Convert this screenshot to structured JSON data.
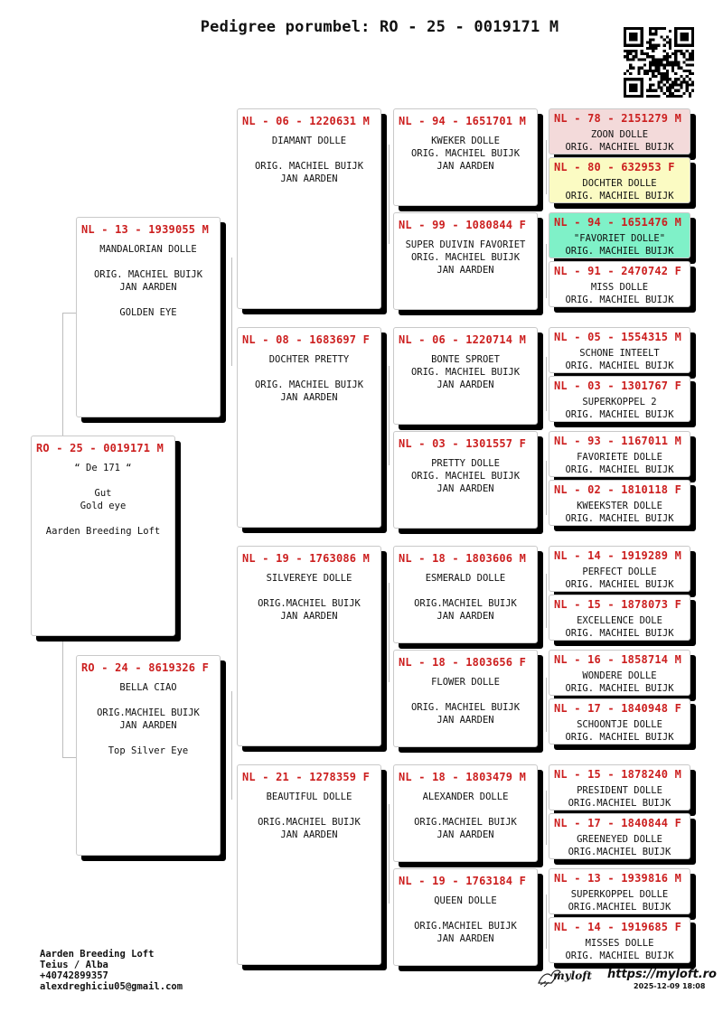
{
  "title": "Pedigree porumbel: RO - 25 - 0019171 M",
  "colors": {
    "ring": "#cc1f1f",
    "highlight_pink": "#f3dada",
    "highlight_yellow": "#fbfbc3",
    "highlight_green": "#7ff1c8"
  },
  "subject": {
    "ring": "RO - 25 - 0019171 M",
    "text": "“ De 171 “\n\nGut\nGold eye\n\nAarden Breeding Loft"
  },
  "gen1": [
    {
      "ring": "NL - 13 - 1939055 M",
      "text": "MANDALORIAN DOLLE\n\nORIG. MACHIEL BUIJK\nJAN AARDEN\n\nGOLDEN EYE"
    },
    {
      "ring": "RO - 24 - 8619326 F",
      "text": "BELLA CIAO\n\nORIG.MACHIEL BUIJK\nJAN AARDEN\n\nTop Silver Eye"
    }
  ],
  "gen2": [
    {
      "ring": "NL - 06 - 1220631 M",
      "text": "DIAMANT DOLLE\n\nORIG. MACHIEL BUIJK\nJAN AARDEN"
    },
    {
      "ring": "NL - 08 - 1683697 F",
      "text": "DOCHTER PRETTY\n\nORIG. MACHIEL BUIJK\nJAN AARDEN"
    },
    {
      "ring": "NL - 19 - 1763086 M",
      "text": "SILVEREYE DOLLE\n\nORIG.MACHIEL BUIJK\nJAN AARDEN"
    },
    {
      "ring": "NL - 21 - 1278359 F",
      "text": "BEAUTIFUL DOLLE\n\nORIG.MACHIEL BUIJK\nJAN AARDEN"
    }
  ],
  "gen3": [
    {
      "ring": "NL - 94 - 1651701 M",
      "text": "KWEKER DOLLE\nORIG. MACHIEL BUIJK\nJAN AARDEN"
    },
    {
      "ring": "NL - 99 - 1080844 F",
      "text": "SUPER DUIVIN FAVORIET\nORIG. MACHIEL BUIJK\nJAN AARDEN"
    },
    {
      "ring": "NL - 06 - 1220714 M",
      "text": "BONTE SPROET\nORIG. MACHIEL BUIJK\nJAN AARDEN"
    },
    {
      "ring": "NL - 03 - 1301557 F",
      "text": "PRETTY DOLLE\nORIG. MACHIEL BUIJK\nJAN AARDEN"
    },
    {
      "ring": "NL - 18 - 1803606 M",
      "text": "ESMERALD DOLLE\n\nORIG.MACHIEL BUIJK\nJAN AARDEN"
    },
    {
      "ring": "NL - 18 - 1803656 F",
      "text": "FLOWER DOLLE\n\nORIG. MACHIEL BUIJK\nJAN AARDEN"
    },
    {
      "ring": "NL - 18 - 1803479 M",
      "text": "ALEXANDER DOLLE\n\nORIG.MACHIEL BUIJK\nJAN AARDEN"
    },
    {
      "ring": "NL - 19 - 1763184 F",
      "text": "QUEEN DOLLE\n\nORIG.MACHIEL BUIJK\nJAN AARDEN"
    }
  ],
  "gen4": [
    {
      "ring": "NL - 78 - 2151279 M",
      "text": "ZOON DOLLE\nORIG. MACHIEL BUIJK"
    },
    {
      "ring": "NL - 80 - 632953 F",
      "text": "DOCHTER DOLLE\nORIG. MACHIEL BUIJK"
    },
    {
      "ring": "NL - 94 - 1651476 M",
      "text": "\"FAVORIET DOLLE\"\nORIG. MACHIEL BUIJK"
    },
    {
      "ring": "NL - 91 - 2470742 F",
      "text": "MISS DOLLE\nORIG. MACHIEL BUIJK"
    },
    {
      "ring": "NL - 05 - 1554315 M",
      "text": "SCHONE INTEELT\nORIG. MACHIEL BUIJK"
    },
    {
      "ring": "NL - 03 - 1301767 F",
      "text": "SUPERKOPPEL 2\nORIG. MACHIEL BUIJK"
    },
    {
      "ring": "NL - 93 - 1167011 M",
      "text": "FAVORIETE DOLLE\nORIG. MACHIEL BUIJK"
    },
    {
      "ring": "NL - 02 - 1810118 F",
      "text": "KWEEKSTER DOLLE\nORIG. MACHIEL BUIJK"
    },
    {
      "ring": "NL - 14 - 1919289 M",
      "text": "PERFECT DOLLE\nORIG. MACHIEL BUIJK"
    },
    {
      "ring": "NL - 15 - 1878073 F",
      "text": "EXCELLENCE DOLE\nORIG. MACHIEL BUIJK"
    },
    {
      "ring": "NL - 16 - 1858714 M",
      "text": "WONDERE DOLLE\nORIG. MACHIEL BUIJK"
    },
    {
      "ring": "NL - 17 - 1840948 F",
      "text": "SCHOONTJE DOLLE\nORIG. MACHIEL BUIJK"
    },
    {
      "ring": "NL - 15 - 1878240 M",
      "text": "PRESIDENT DOLLE\nORIG.MACHIEL BUIJK"
    },
    {
      "ring": "NL - 17 - 1840844 F",
      "text": "GREENEYED DOLLE\nORIG.MACHIEL BUIJK"
    },
    {
      "ring": "NL - 13 - 1939816 M",
      "text": "SUPERKOPPEL DOLLE\nORIG.MACHIEL BUIJK"
    },
    {
      "ring": "NL - 14 - 1919685 F",
      "text": "MISSES DOLLE\nORIG. MACHIEL BUIJK"
    }
  ],
  "footer": {
    "owner": "Aarden Breeding Loft\nTeius / Alba\n+40742899357\nalexdreghiciu05@gmail.com",
    "brand": "myloft",
    "url": "https://myloft.ro",
    "timestamp": "2025-12-09 18:08",
    "brand_icon": "pigeon-logo-icon",
    "qr_icon": "qr-code-icon"
  }
}
